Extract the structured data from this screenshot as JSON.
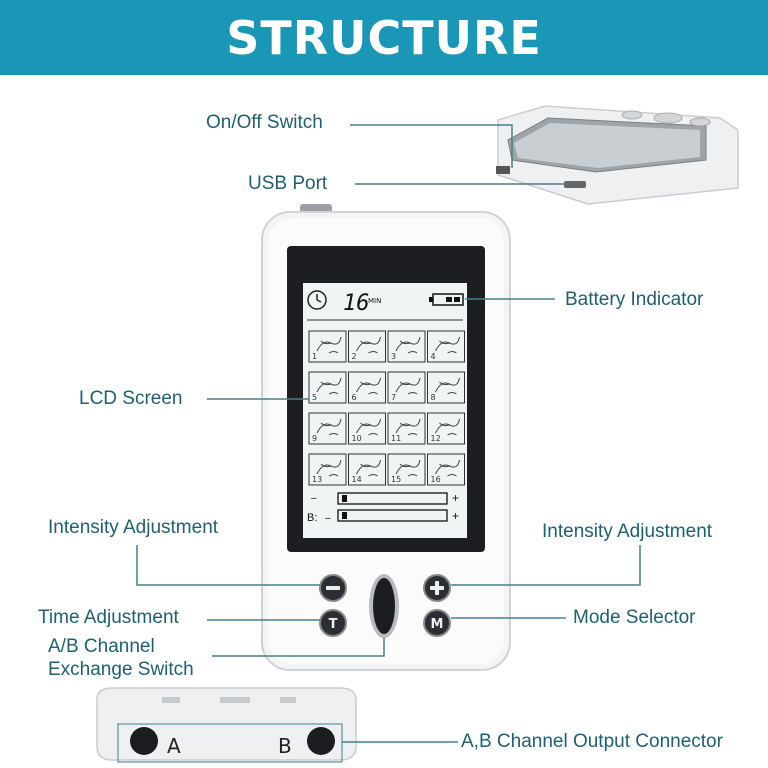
{
  "header": {
    "title": "STRUCTURE"
  },
  "labels": {
    "on_off_switch": "On/Off Switch",
    "usb_port": "USB Port",
    "battery_indicator": "Battery Indicator",
    "lcd_screen": "LCD Screen",
    "intensity_adjustment_left": "Intensity Adjustment",
    "intensity_adjustment_right": "Intensity Adjustment",
    "time_adjustment": "Time Adjustment",
    "mode_selector": "Mode Selector",
    "ab_channel_line1": "A/B Channel",
    "ab_channel_line2": "Exchange Switch",
    "ab_output_connector": "A,B Channel Output Connector"
  },
  "screen": {
    "timer_value": "16",
    "timer_unit": "MIN",
    "mode_numbers": [
      "1",
      "2",
      "3",
      "4",
      "5",
      "6",
      "7",
      "8",
      "9",
      "10",
      "11",
      "12",
      "13",
      "14",
      "15",
      "16"
    ],
    "channel_b_label": "B:",
    "minus": "–",
    "plus": "+"
  },
  "buttons": {
    "time": "T",
    "mode": "M"
  },
  "connector": {
    "port_a": "A",
    "port_b": "B"
  },
  "colors": {
    "banner": "#1a97b6",
    "label_text": "#1f5f6e",
    "leader_line": "#4a7f8c"
  }
}
